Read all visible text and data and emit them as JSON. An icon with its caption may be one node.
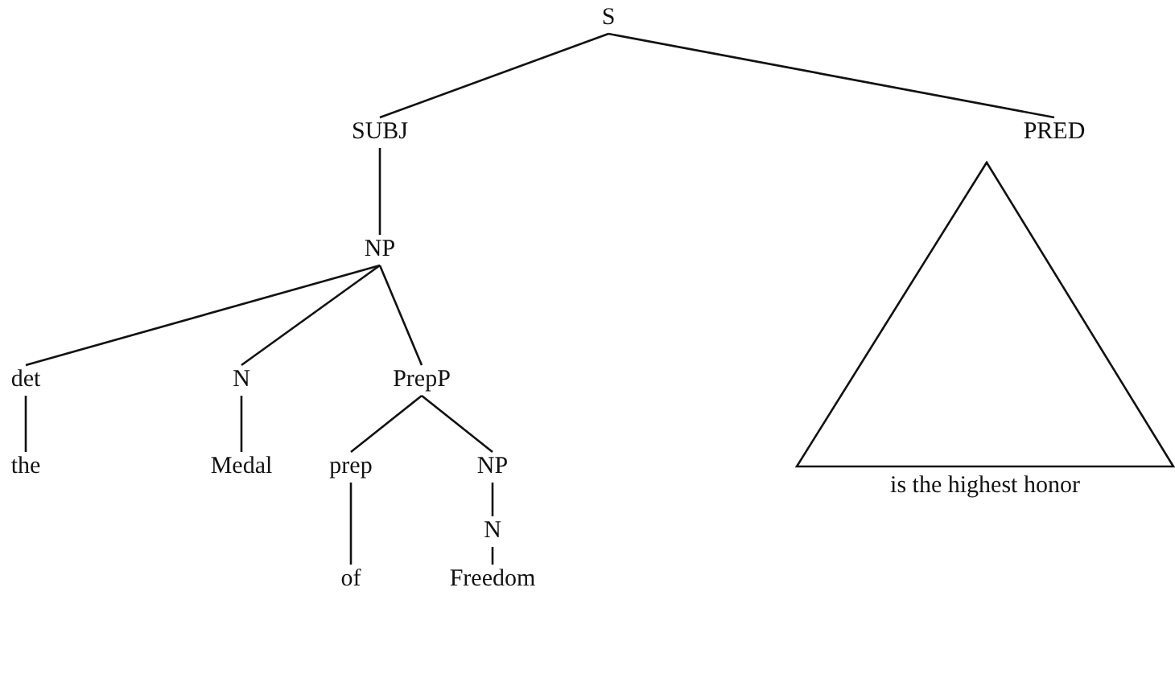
{
  "diagram": {
    "nodes": [
      {
        "text": [
          "S"
        ]
      },
      {
        "text": [
          "SUBJ"
        ]
      },
      {
        "text": [
          "PRED"
        ]
      },
      {
        "text": [
          "NP"
        ]
      },
      {
        "text": [],
        "shape": "triangle",
        "beside": [
          "is the highest honor"
        ]
      },
      {
        "text": [
          "det"
        ]
      },
      {
        "text": [
          "N"
        ]
      },
      {
        "text": [
          "PrepP"
        ]
      },
      {
        "text": [
          "the"
        ]
      },
      {
        "text": [
          "Medal"
        ]
      },
      {
        "text": [
          "prep"
        ]
      },
      {
        "text": [
          "NP"
        ]
      },
      {
        "text": [
          "of"
        ]
      },
      {
        "text": [
          "N"
        ]
      },
      {
        "text": [
          "Freedom"
        ]
      }
    ],
    "edges": [
      {
        "from": 0,
        "to": 1,
        "arrow": "none"
      },
      {
        "from": 0,
        "to": 2,
        "arrow": "none"
      },
      {
        "from": 1,
        "to": 3,
        "arrow": "none"
      },
      {
        "from": 3,
        "to": 5,
        "arrow": "none"
      },
      {
        "from": 3,
        "to": 6,
        "arrow": "none"
      },
      {
        "from": 3,
        "to": 7,
        "arrow": "none"
      },
      {
        "from": 5,
        "to": 8,
        "arrow": "none"
      },
      {
        "from": 6,
        "to": 9,
        "arrow": "none"
      },
      {
        "from": 7,
        "to": 10,
        "arrow": "none"
      },
      {
        "from": 7,
        "to": 11,
        "arrow": "none"
      },
      {
        "from": 10,
        "to": 12,
        "arrow": "none"
      },
      {
        "from": 11,
        "to": 13,
        "arrow": "none"
      },
      {
        "from": 13,
        "to": 14,
        "arrow": "none"
      }
    ]
  }
}
